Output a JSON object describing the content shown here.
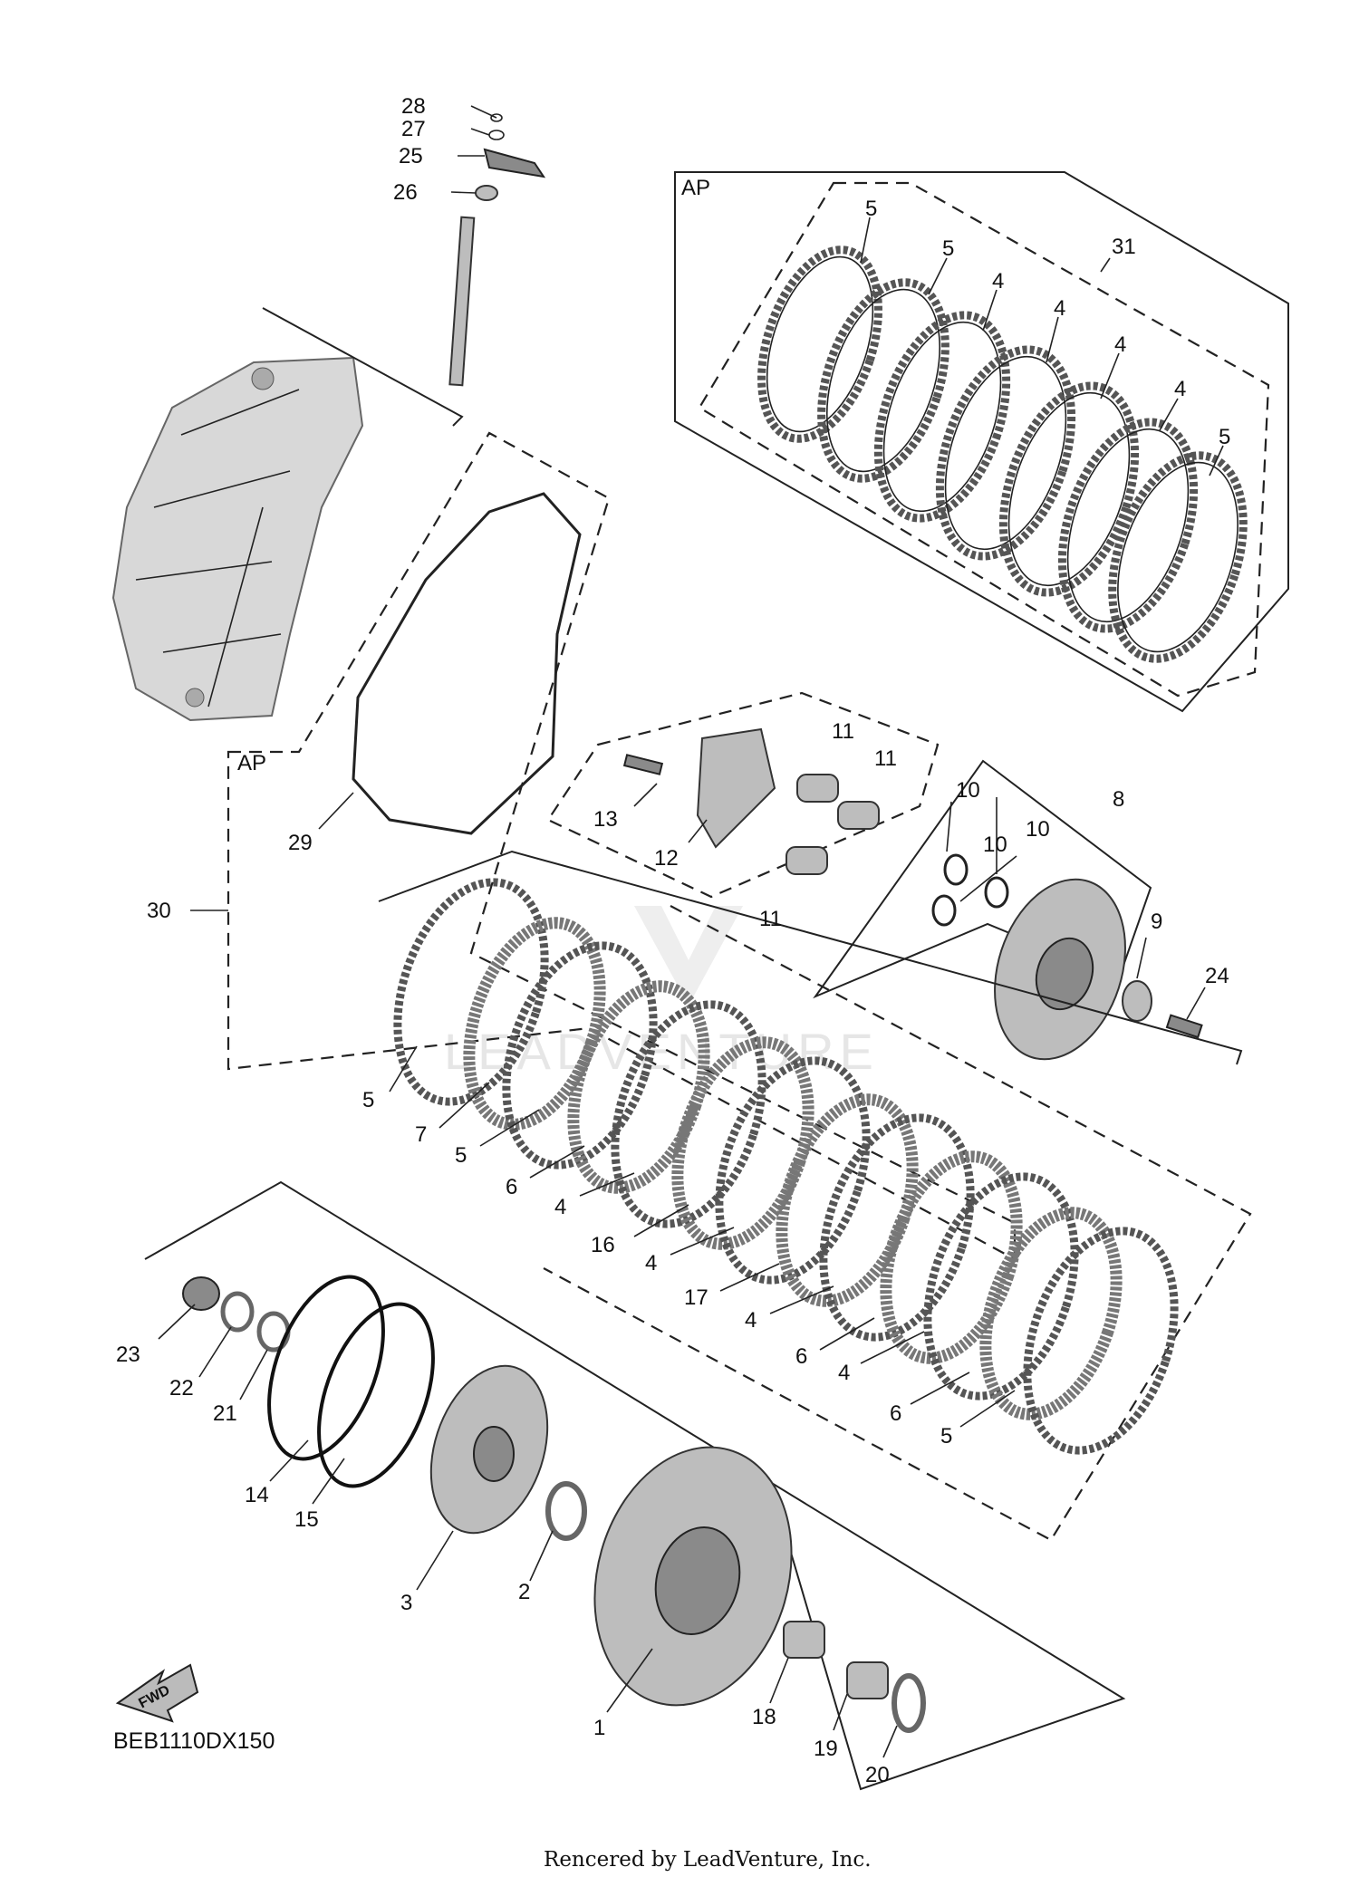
{
  "diagram_code": "BEB1110DX150",
  "fwd_label": "FWD",
  "credit": "Rencered by LeadVenture, Inc.",
  "watermark": "LEADVENTURE",
  "box_labels": {
    "top_right_box": "AP",
    "left_box": "AP"
  },
  "callouts": [
    {
      "id": "c28",
      "label": "28"
    },
    {
      "id": "c27",
      "label": "27"
    },
    {
      "id": "c25",
      "label": "25"
    },
    {
      "id": "c26",
      "label": "26"
    },
    {
      "id": "c31",
      "label": "31"
    },
    {
      "id": "c5a",
      "label": "5"
    },
    {
      "id": "c5b",
      "label": "5"
    },
    {
      "id": "c4a",
      "label": "4"
    },
    {
      "id": "c4b",
      "label": "4"
    },
    {
      "id": "c4c",
      "label": "4"
    },
    {
      "id": "c4d",
      "label": "4"
    },
    {
      "id": "c5c",
      "label": "5"
    },
    {
      "id": "c29",
      "label": "29"
    },
    {
      "id": "c30",
      "label": "30"
    },
    {
      "id": "c13",
      "label": "13"
    },
    {
      "id": "c12",
      "label": "12"
    },
    {
      "id": "c11a",
      "label": "11"
    },
    {
      "id": "c11b",
      "label": "11"
    },
    {
      "id": "c11c",
      "label": "11"
    },
    {
      "id": "c10a",
      "label": "10"
    },
    {
      "id": "c10b",
      "label": "10"
    },
    {
      "id": "c10c",
      "label": "10"
    },
    {
      "id": "c8",
      "label": "8"
    },
    {
      "id": "c9",
      "label": "9"
    },
    {
      "id": "c24",
      "label": "24"
    },
    {
      "id": "c5d",
      "label": "5"
    },
    {
      "id": "c7",
      "label": "7"
    },
    {
      "id": "c5e",
      "label": "5"
    },
    {
      "id": "c6a",
      "label": "6"
    },
    {
      "id": "c4e",
      "label": "4"
    },
    {
      "id": "c16",
      "label": "16"
    },
    {
      "id": "c4f",
      "label": "4"
    },
    {
      "id": "c17",
      "label": "17"
    },
    {
      "id": "c4g",
      "label": "4"
    },
    {
      "id": "c6b",
      "label": "6"
    },
    {
      "id": "c4h",
      "label": "4"
    },
    {
      "id": "c6c",
      "label": "6"
    },
    {
      "id": "c5f",
      "label": "5"
    },
    {
      "id": "c23",
      "label": "23"
    },
    {
      "id": "c22",
      "label": "22"
    },
    {
      "id": "c21",
      "label": "21"
    },
    {
      "id": "c14",
      "label": "14"
    },
    {
      "id": "c15",
      "label": "15"
    },
    {
      "id": "c3",
      "label": "3"
    },
    {
      "id": "c2",
      "label": "2"
    },
    {
      "id": "c1",
      "label": "1"
    },
    {
      "id": "c18",
      "label": "18"
    },
    {
      "id": "c19",
      "label": "19"
    },
    {
      "id": "c20",
      "label": "20"
    }
  ]
}
